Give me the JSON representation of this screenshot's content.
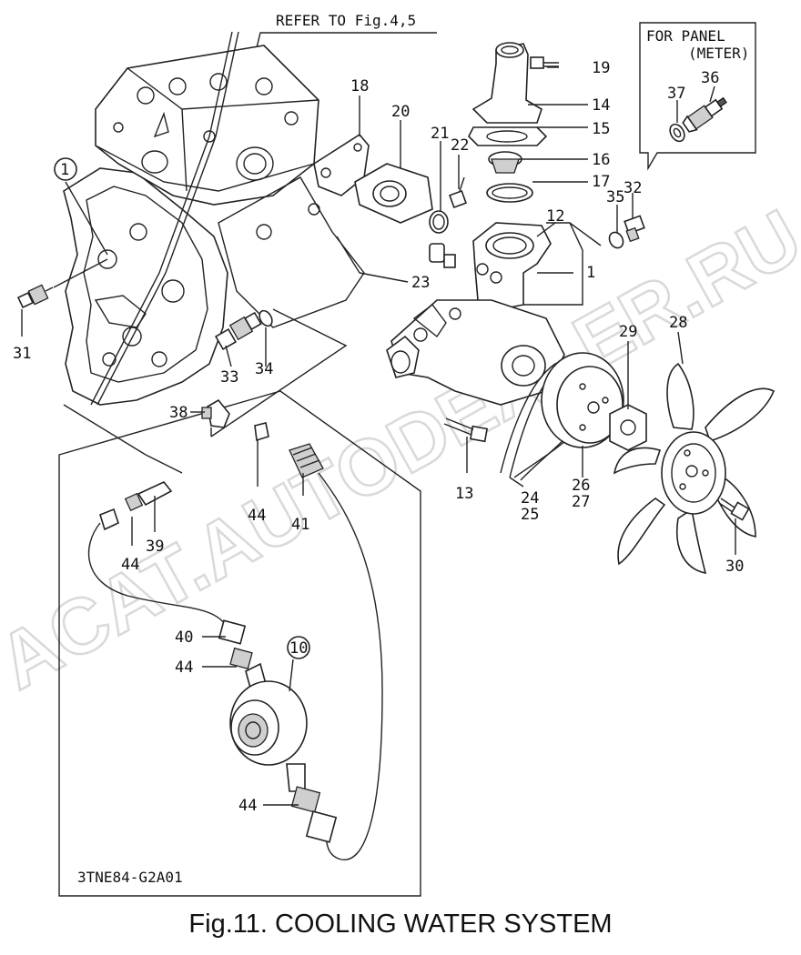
{
  "diagram": {
    "header_ref": "REFER TO Fig.4,5",
    "inset_title_line1": "FOR PANEL",
    "inset_title_line2": "(METER)",
    "drawing_code": "3TNE84-G2A01",
    "caption": "Fig.11.  COOLING WATER SYSTEM",
    "watermark": "ACAT.AUTODEALER.RU",
    "callouts": [
      "1",
      "10",
      "12",
      "13",
      "14",
      "15",
      "16",
      "17",
      "18",
      "19",
      "20",
      "21",
      "22",
      "23",
      "24",
      "25",
      "26",
      "27",
      "28",
      "29",
      "30",
      "31",
      "32",
      "33",
      "34",
      "35",
      "36",
      "37",
      "38",
      "39",
      "40",
      "41",
      "44"
    ],
    "circled_callouts": [
      "1",
      "10"
    ]
  }
}
